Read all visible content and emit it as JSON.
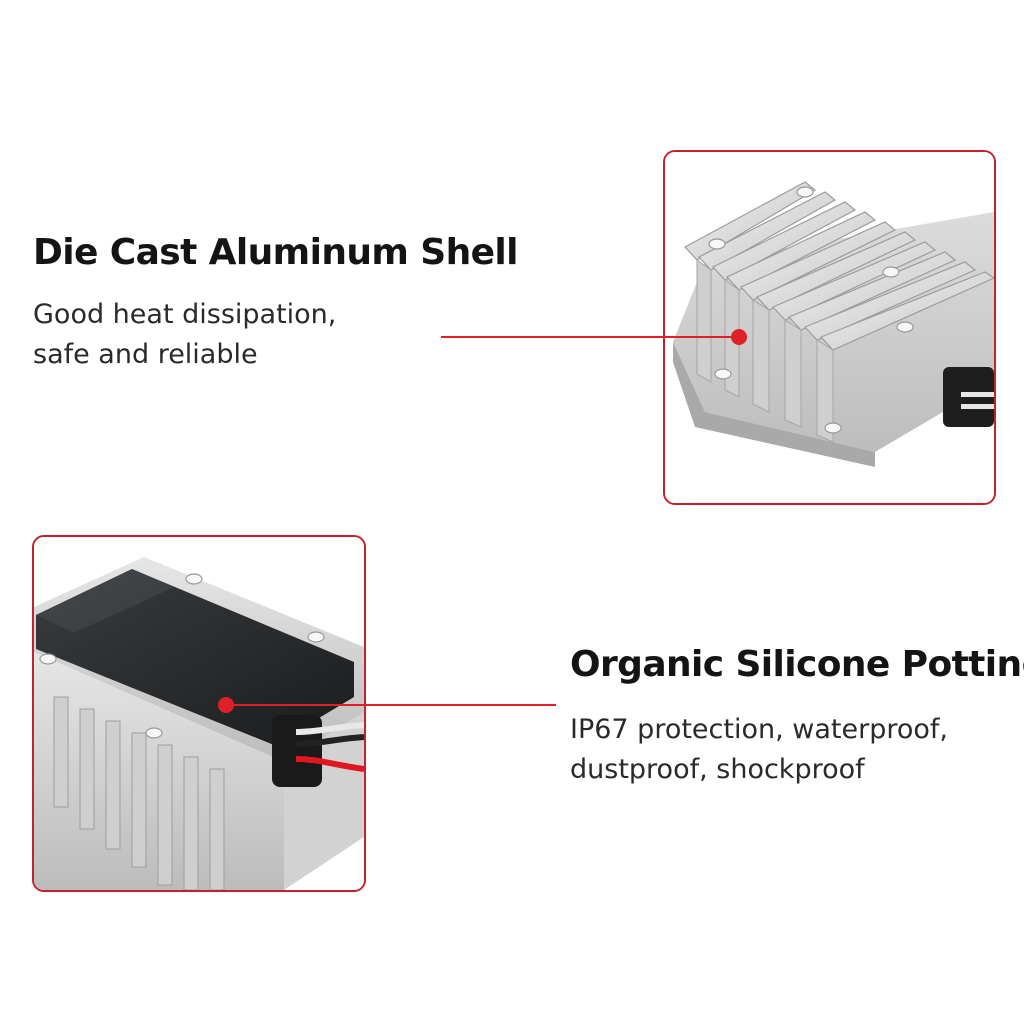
{
  "features": [
    {
      "title": "Die Cast Aluminum Shell",
      "description": [
        "Good heat dissipation,",
        "safe and reliable"
      ]
    },
    {
      "title": "Organic Silicone Potting",
      "description": [
        "IP67 protection, waterproof,",
        "dustproof, shockproof"
      ]
    }
  ],
  "colors": {
    "accent": "#e02027",
    "frame_border": "#c4222b",
    "heading": "#141414",
    "body_text": "#2a2a2a",
    "background": "#ffffff"
  }
}
